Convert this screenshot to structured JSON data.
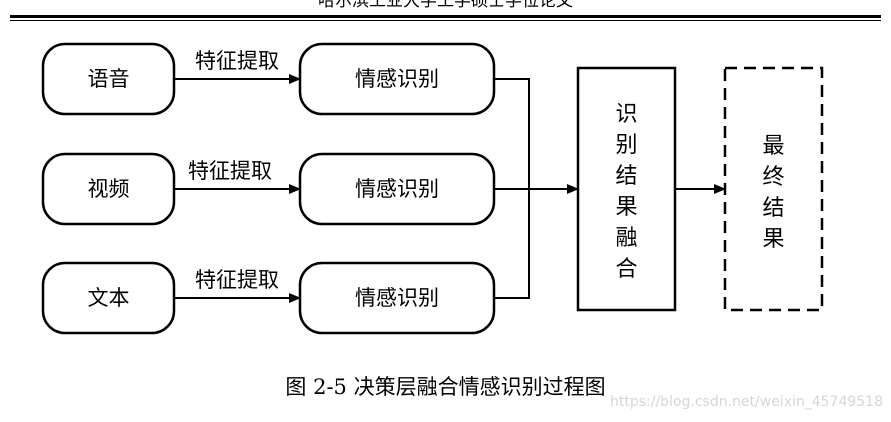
{
  "header": {
    "title": "哈尔滨工业大学工学硕士学位论文"
  },
  "diagram": {
    "inputs": [
      {
        "label": "语音",
        "edge_label": "特征提取",
        "stage_label": "情感识别"
      },
      {
        "label": "视频",
        "edge_label": "特征提取",
        "stage_label": "情感识别"
      },
      {
        "label": "文本",
        "edge_label": "特征提取",
        "stage_label": "情感识别"
      }
    ],
    "fusion_chars": [
      "识",
      "别",
      "结",
      "果",
      "融",
      "合"
    ],
    "final_chars": [
      "最",
      "终",
      "结",
      "果"
    ]
  },
  "caption": "图 2-5  决策层融合情感识别过程图",
  "watermark": "https://blog.csdn.net/weixin_45749518"
}
